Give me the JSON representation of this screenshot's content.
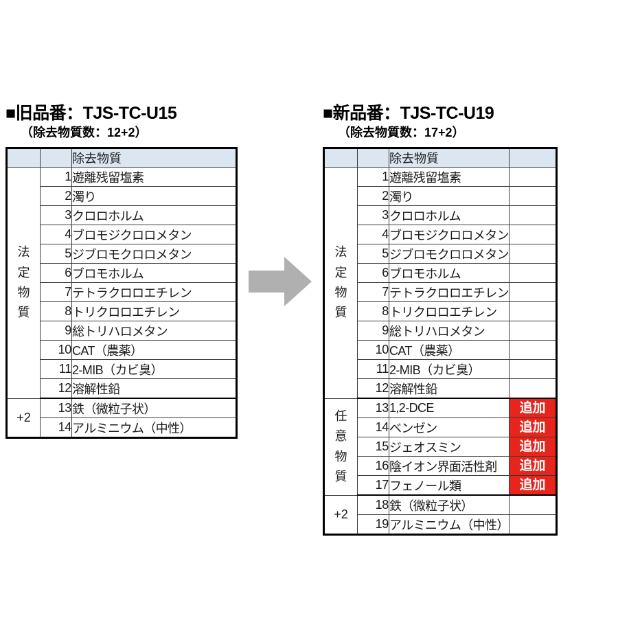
{
  "meta": {
    "colors": {
      "badge_red": "#e8251c",
      "header_blue": "#dce6f1",
      "arrow_gray": "#b0b0b0",
      "border": "#000000"
    }
  },
  "old_panel": {
    "title": "■旧品番：TJS-TC-U15",
    "subtitle": "（除去物質数：12+2）",
    "table": {
      "header": {
        "group": "",
        "number": "",
        "name": "除去物質"
      },
      "groups": [
        {
          "label": "法定物質",
          "vertical": true,
          "rows": [
            {
              "no": "1",
              "name": "遊離残留塩素"
            },
            {
              "no": "2",
              "name": "濁り"
            },
            {
              "no": "3",
              "name": "クロロホルム"
            },
            {
              "no": "4",
              "name": "ブロモジクロロメタン"
            },
            {
              "no": "5",
              "name": "ジブロモクロロメタン"
            },
            {
              "no": "6",
              "name": "ブロモホルム"
            },
            {
              "no": "7",
              "name": "テトラクロロエチレン"
            },
            {
              "no": "8",
              "name": "トリクロロエチレン"
            },
            {
              "no": "9",
              "name": "総トリハロメタン"
            },
            {
              "no": "10",
              "name": "CAT（農薬）"
            },
            {
              "no": "11",
              "name": "2-MIB（カビ臭）"
            },
            {
              "no": "12",
              "name": "溶解性鉛"
            }
          ]
        },
        {
          "label": "+2",
          "vertical": false,
          "rows": [
            {
              "no": "13",
              "name": "鉄（微粒子状）"
            },
            {
              "no": "14",
              "name": "アルミニウム（中性）"
            }
          ]
        }
      ]
    }
  },
  "new_panel": {
    "title": "■新品番：TJS-TC-U19",
    "subtitle": "（除去物質数：17+2）",
    "table": {
      "header": {
        "group": "",
        "number": "",
        "name": "除去物質",
        "badge": ""
      },
      "groups": [
        {
          "label": "法定物質",
          "vertical": true,
          "rows": [
            {
              "no": "1",
              "name": "遊離残留塩素",
              "badge": ""
            },
            {
              "no": "2",
              "name": "濁り",
              "badge": ""
            },
            {
              "no": "3",
              "name": "クロロホルム",
              "badge": ""
            },
            {
              "no": "4",
              "name": "ブロモジクロロメタン",
              "badge": ""
            },
            {
              "no": "5",
              "name": "ジブロモクロロメタン",
              "badge": ""
            },
            {
              "no": "6",
              "name": "ブロモホルム",
              "badge": ""
            },
            {
              "no": "7",
              "name": "テトラクロロエチレン",
              "badge": ""
            },
            {
              "no": "8",
              "name": "トリクロロエチレン",
              "badge": ""
            },
            {
              "no": "9",
              "name": "総トリハロメタン",
              "badge": ""
            },
            {
              "no": "10",
              "name": "CAT（農薬）",
              "badge": ""
            },
            {
              "no": "11",
              "name": "2-MIB（カビ臭）",
              "badge": ""
            },
            {
              "no": "12",
              "name": "溶解性鉛",
              "badge": ""
            }
          ]
        },
        {
          "label": "任意物質",
          "vertical": true,
          "rows": [
            {
              "no": "13",
              "name": "1,2-DCE",
              "badge": "追加"
            },
            {
              "no": "14",
              "name": "ベンゼン",
              "badge": "追加"
            },
            {
              "no": "15",
              "name": "ジェオスミン",
              "badge": "追加"
            },
            {
              "no": "16",
              "name": "陰イオン界面活性剤",
              "badge": "追加"
            },
            {
              "no": "17",
              "name": "フェノール類",
              "badge": "追加"
            }
          ]
        },
        {
          "label": "+2",
          "vertical": false,
          "rows": [
            {
              "no": "18",
              "name": "鉄（微粒子状）",
              "badge": ""
            },
            {
              "no": "19",
              "name": "アルミニウム（中性）",
              "badge": ""
            }
          ]
        }
      ]
    }
  },
  "arrow": {
    "icon": "arrow-right-icon",
    "direction": "right"
  }
}
